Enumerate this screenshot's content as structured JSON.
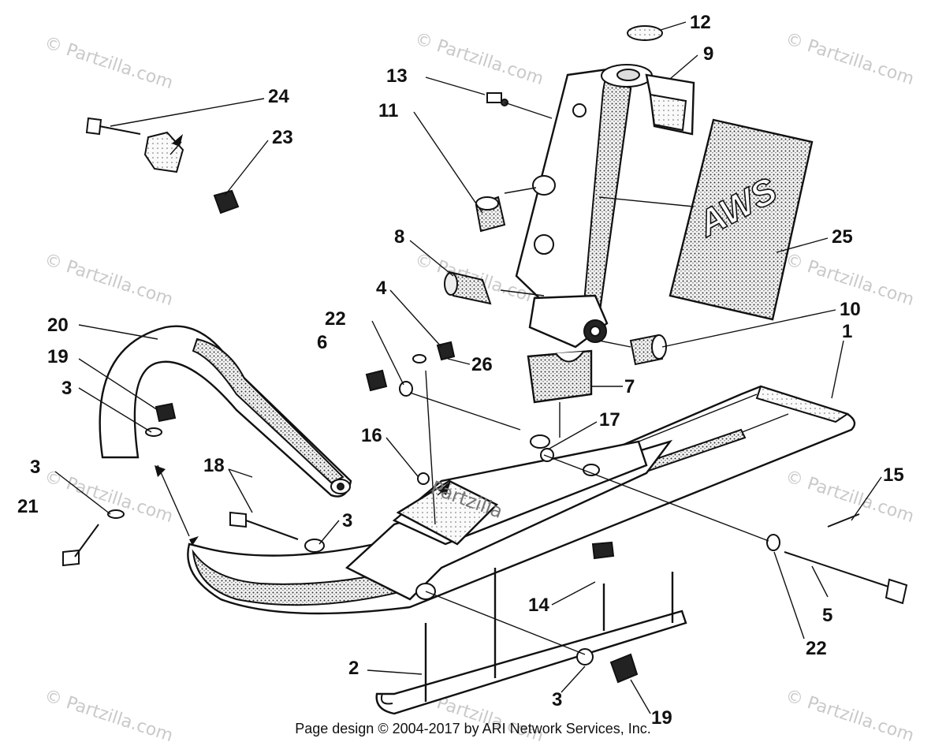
{
  "diagram": {
    "callouts": [
      {
        "id": "c12",
        "text": "12"
      },
      {
        "id": "c9",
        "text": "9"
      },
      {
        "id": "c13",
        "text": "13"
      },
      {
        "id": "c11",
        "text": "11"
      },
      {
        "id": "c24",
        "text": "24"
      },
      {
        "id": "c23",
        "text": "23"
      },
      {
        "id": "c25",
        "text": "25"
      },
      {
        "id": "c8",
        "text": "8"
      },
      {
        "id": "c4",
        "text": "4"
      },
      {
        "id": "c22a",
        "text": "22"
      },
      {
        "id": "c10",
        "text": "10"
      },
      {
        "id": "c20",
        "text": "20"
      },
      {
        "id": "c6",
        "text": "6"
      },
      {
        "id": "c26",
        "text": "26"
      },
      {
        "id": "c1",
        "text": "1"
      },
      {
        "id": "c19a",
        "text": "19"
      },
      {
        "id": "c3a",
        "text": "3"
      },
      {
        "id": "c7",
        "text": "7"
      },
      {
        "id": "c16",
        "text": "16"
      },
      {
        "id": "c17",
        "text": "17"
      },
      {
        "id": "c18",
        "text": "18"
      },
      {
        "id": "c3b",
        "text": "3"
      },
      {
        "id": "c15",
        "text": "15"
      },
      {
        "id": "c21",
        "text": "21"
      },
      {
        "id": "c3c",
        "text": "3"
      },
      {
        "id": "c14",
        "text": "14"
      },
      {
        "id": "c5",
        "text": "5"
      },
      {
        "id": "c22b",
        "text": "22"
      },
      {
        "id": "c2",
        "text": "2"
      },
      {
        "id": "c3d",
        "text": "3"
      },
      {
        "id": "c19b",
        "text": "19"
      }
    ],
    "decal_text": "AWS",
    "watermark_text": "© Partzilla.com",
    "center_watermark": "Partzilla",
    "footer_text": "Page design © 2004-2017 by ARI Network Services, Inc."
  }
}
